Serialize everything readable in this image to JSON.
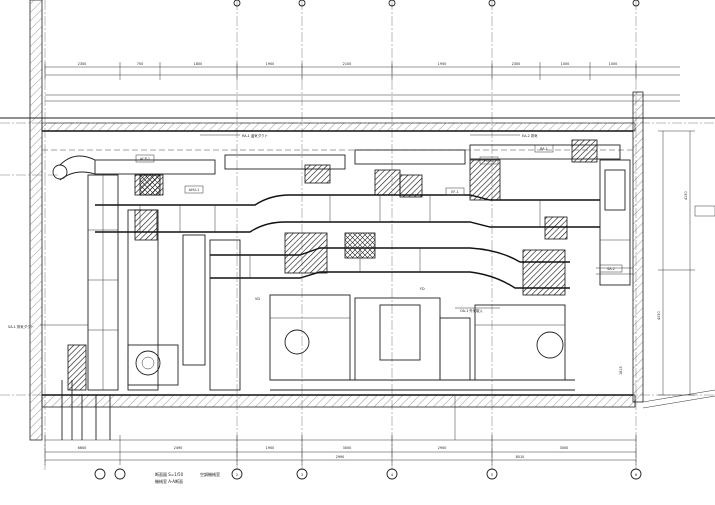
{
  "drawing": {
    "grid_marks": [
      "2",
      "3",
      "4",
      "5",
      "6"
    ],
    "top_dims": [
      "2300",
      "750",
      "1800",
      "1900",
      "2100",
      "1950",
      "2300",
      "1000",
      "1000"
    ],
    "bottom_dims": [
      "6600",
      "2490",
      "1900",
      "3000",
      "2900",
      "3000"
    ],
    "total_dims": [
      "2990",
      "8010"
    ],
    "height_dims": [
      "4050",
      "4150",
      "1815"
    ],
    "tags": [
      "ACP-1",
      "AHU-1",
      "EF-1",
      "FCU-1",
      "RA-1",
      "SA-2",
      "VD",
      "FD"
    ],
    "callouts": [
      "SA-1 排気ダクト",
      "RA-1 還気ダクト",
      "EA-2 排気",
      "OA-1 外気取入"
    ],
    "section_labels": [
      "断面図 S=1/50",
      "機械室 A-A断面",
      "空調機械室"
    ]
  }
}
